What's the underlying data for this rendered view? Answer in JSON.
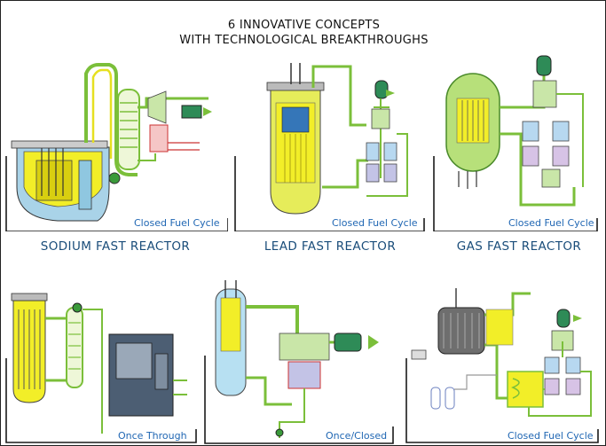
{
  "title": {
    "line1": "6 INNOVATIVE CONCEPTS",
    "line2": "WITH TECHNOLOGICAL BREAKTHROUGHS"
  },
  "panels": [
    {
      "caption": "Closed Fuel Cycle",
      "label": "SODIUM FAST REACTOR"
    },
    {
      "caption": "Closed Fuel Cycle",
      "label": "LEAD FAST REACTOR"
    },
    {
      "caption": "Closed Fuel Cycle",
      "label": "GAS FAST REACTOR"
    },
    {
      "caption": "Once Through",
      "label": ""
    },
    {
      "caption": "Once/Closed",
      "label": ""
    },
    {
      "caption": "Closed Fuel Cycle",
      "label": ""
    }
  ],
  "colors": {
    "pipe_green": "#7bbf3a",
    "pipe_yellow": "#e6e020",
    "core_yellow": "#f2ee28",
    "vessel_blue": "#a9d3e8",
    "caption_blue": "#1f66b3",
    "label_navy": "#1a4d7a",
    "generator_green": "#2e8b57"
  }
}
